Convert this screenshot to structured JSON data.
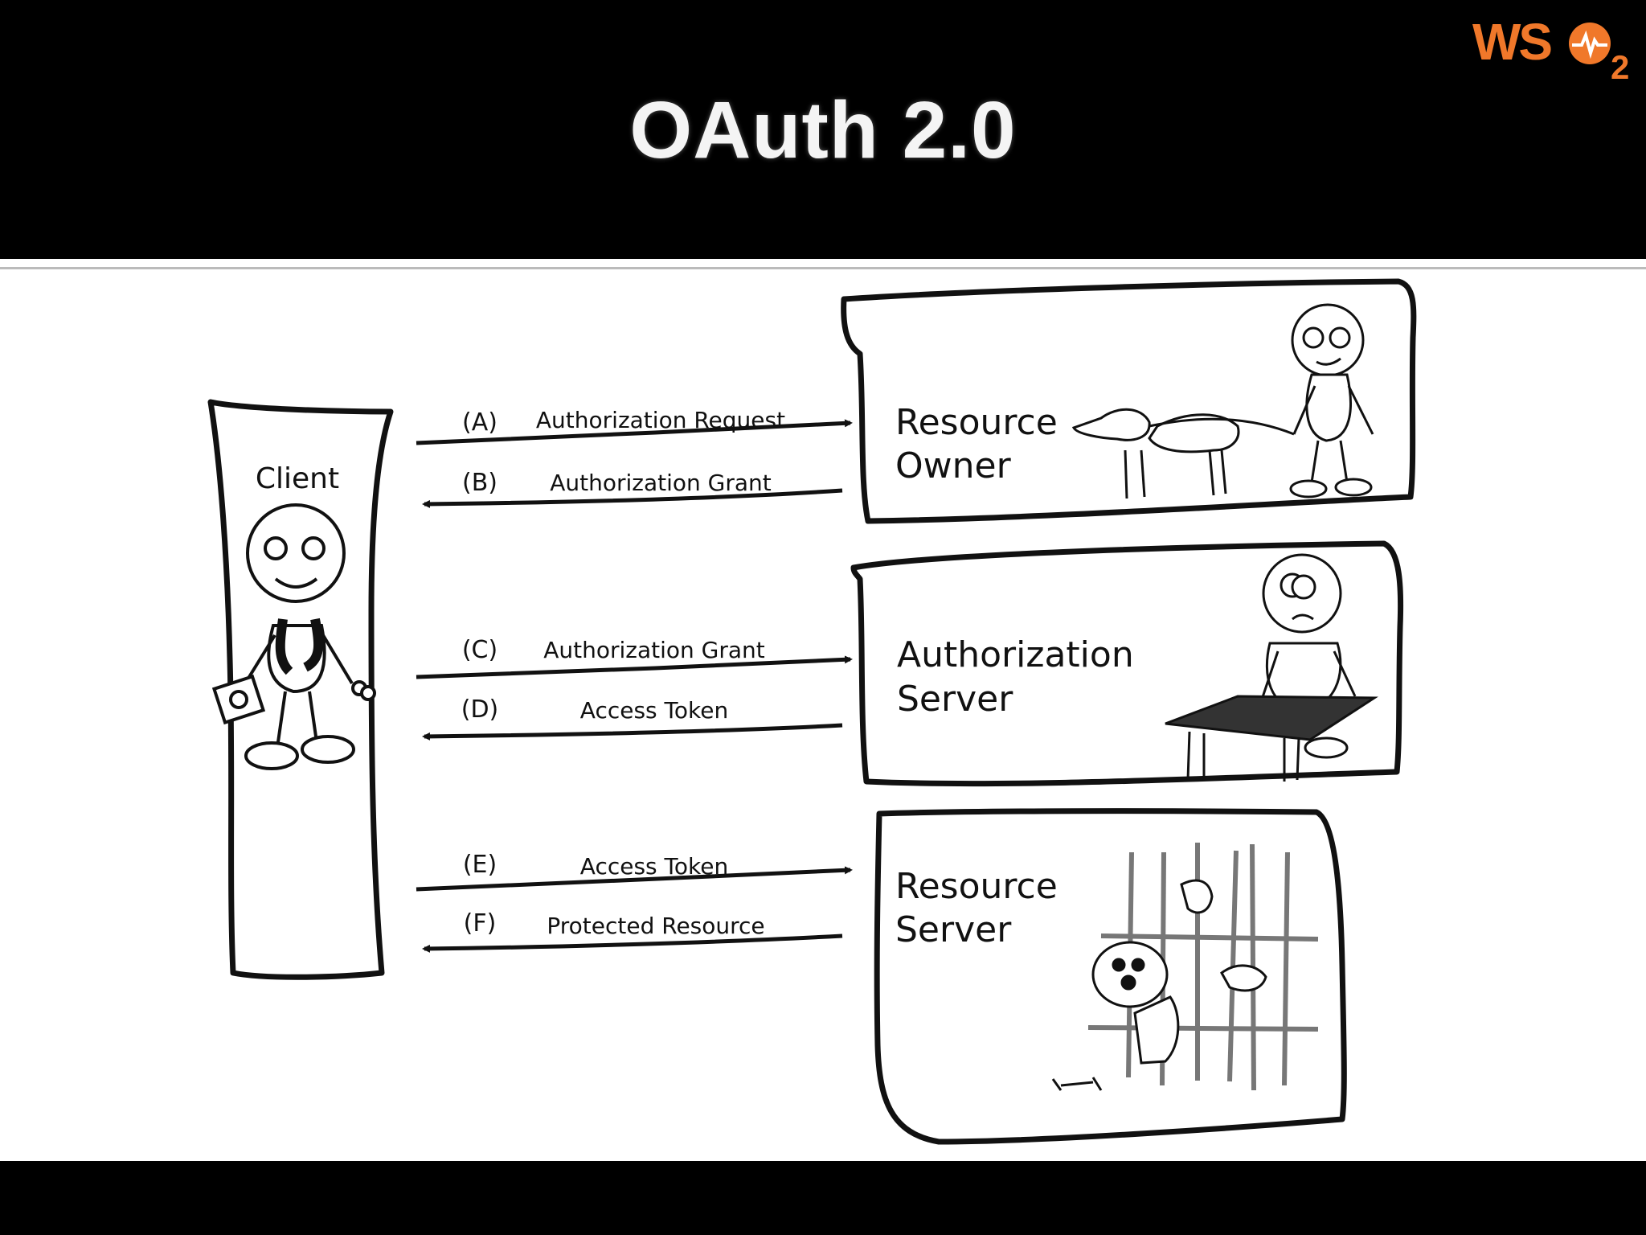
{
  "slide": {
    "title": "OAuth 2.0",
    "logo": {
      "text_ws": "WS",
      "text_2": "2",
      "brand_color": "#f0782a"
    }
  },
  "actors": {
    "client": "Client",
    "resource_owner": [
      "Resource",
      "Owner"
    ],
    "authorization_server": [
      "Authorization",
      "Server"
    ],
    "resource_server": [
      "Resource",
      "Server"
    ]
  },
  "flows": [
    {
      "step": "(A)",
      "label": "Authorization Request",
      "direction": "to-server"
    },
    {
      "step": "(B)",
      "label": "Authorization Grant",
      "direction": "to-client"
    },
    {
      "step": "(C)",
      "label": "Authorization Grant",
      "direction": "to-server"
    },
    {
      "step": "(D)",
      "label": "Access Token",
      "direction": "to-client"
    },
    {
      "step": "(E)",
      "label": "Access Token",
      "direction": "to-server"
    },
    {
      "step": "(F)",
      "label": "Protected Resource",
      "direction": "to-client"
    }
  ]
}
